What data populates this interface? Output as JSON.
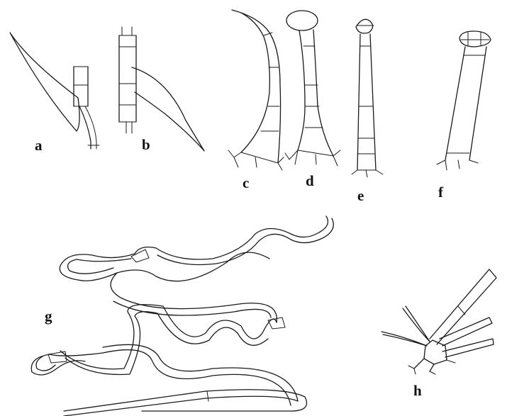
{
  "figure": {
    "labels": {
      "a": "a",
      "b": "b",
      "c": "c",
      "d": "d",
      "e": "e",
      "f": "f",
      "g": "g",
      "h": "h"
    }
  }
}
